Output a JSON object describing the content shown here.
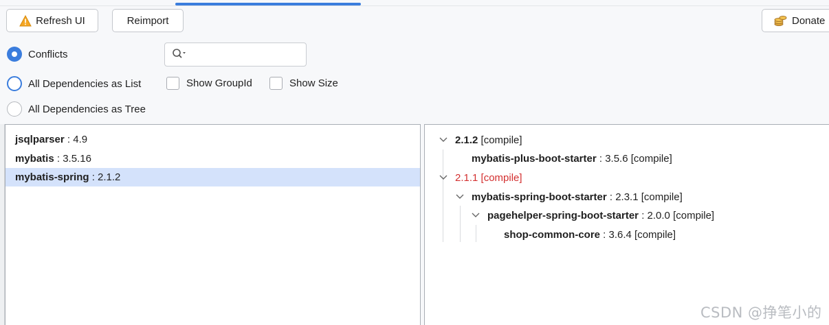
{
  "toolbar": {
    "refresh_label": "Refresh UI",
    "reimport_label": "Reimport",
    "donate_label": "Donate"
  },
  "mode": {
    "conflicts_label": "Conflicts",
    "list_label": "All Dependencies as List",
    "tree_label": "All Dependencies as Tree",
    "selected": "conflicts"
  },
  "options": {
    "show_groupid_label": "Show GroupId",
    "show_size_label": "Show Size"
  },
  "search": {
    "value": "",
    "placeholder": ""
  },
  "conflict_list": [
    {
      "name": "jsqlparser",
      "version": " : 4.9"
    },
    {
      "name": "mybatis",
      "version": " : 3.5.16"
    },
    {
      "name": "mybatis-spring",
      "version": " : 2.1.2",
      "selected": true
    }
  ],
  "tree": {
    "n1": {
      "name": "2.1.2",
      "scope": " [compile]"
    },
    "n1c1": {
      "name": "mybatis-plus-boot-starter",
      "detail": " : 3.5.6 [compile]"
    },
    "n2": {
      "text": "2.1.1 [compile]"
    },
    "n2c1": {
      "name": "mybatis-spring-boot-starter",
      "detail": " : 2.3.1 [compile]"
    },
    "n2c1c1": {
      "name": "pagehelper-spring-boot-starter",
      "detail": " : 2.0.0 [compile]"
    },
    "n2c1c1c1": {
      "name": "shop-common-core",
      "detail": " : 3.6.4 [compile]"
    }
  },
  "watermark": "CSDN @挣笔小的",
  "colors": {
    "accent": "#3b7ddd",
    "conflict": "#d32f2f",
    "selection": "#d4e2fb"
  }
}
